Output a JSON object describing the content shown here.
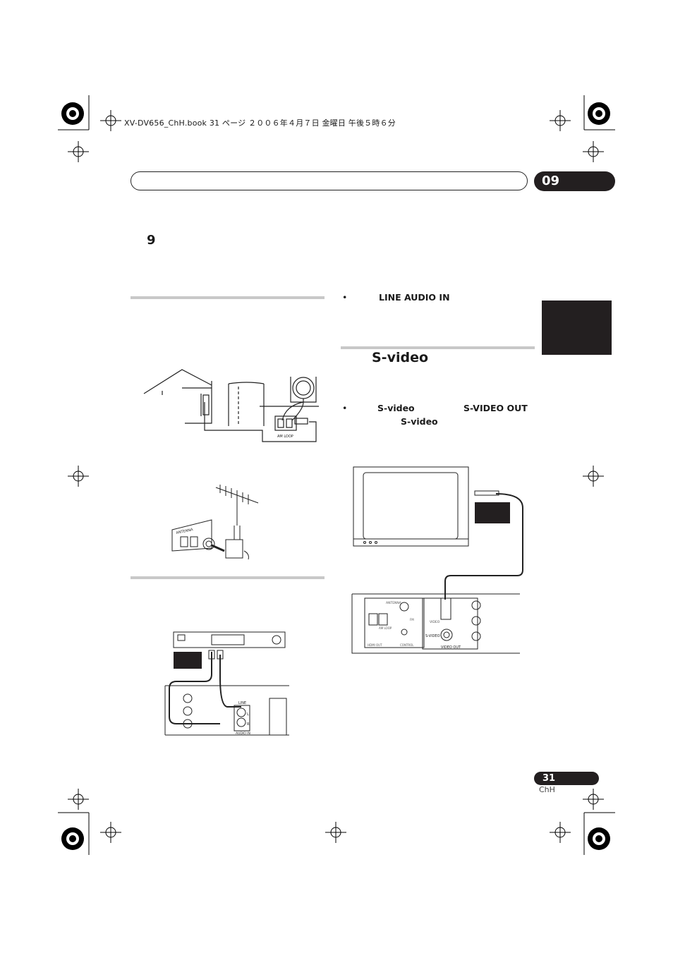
{
  "header": {
    "file_line": "XV-DV656_ChH.book  31 ページ  ２００６年４月７日  金曜日  午後５時６分"
  },
  "chapter": {
    "tab_number": "09",
    "heading_number": "9"
  },
  "right_column": {
    "bullet_char": "•",
    "bullet1_label": "LINE AUDIO IN",
    "section_title": "S-video",
    "bullet2_term1": "S-video",
    "bullet2_term2": "S-VIDEO OUT",
    "bullet2_term3": "S-video"
  },
  "figures": {
    "am_loop_label": "AM LOOP",
    "antenna_label": "ANTENNA",
    "audio_in_label": "AUDIO IN",
    "video_out_label": "VIDEO OUT",
    "svideo_jack_label": "S-VIDEO",
    "video_label": "VIDEO",
    "hdmi_out_label": "HDMI OUT",
    "control_label": "CONTROL",
    "fm_label": "FM",
    "line_label": "LINE",
    "left_label": "L",
    "right_label": "R"
  },
  "footer": {
    "page_number": "31",
    "language": "ChH"
  }
}
